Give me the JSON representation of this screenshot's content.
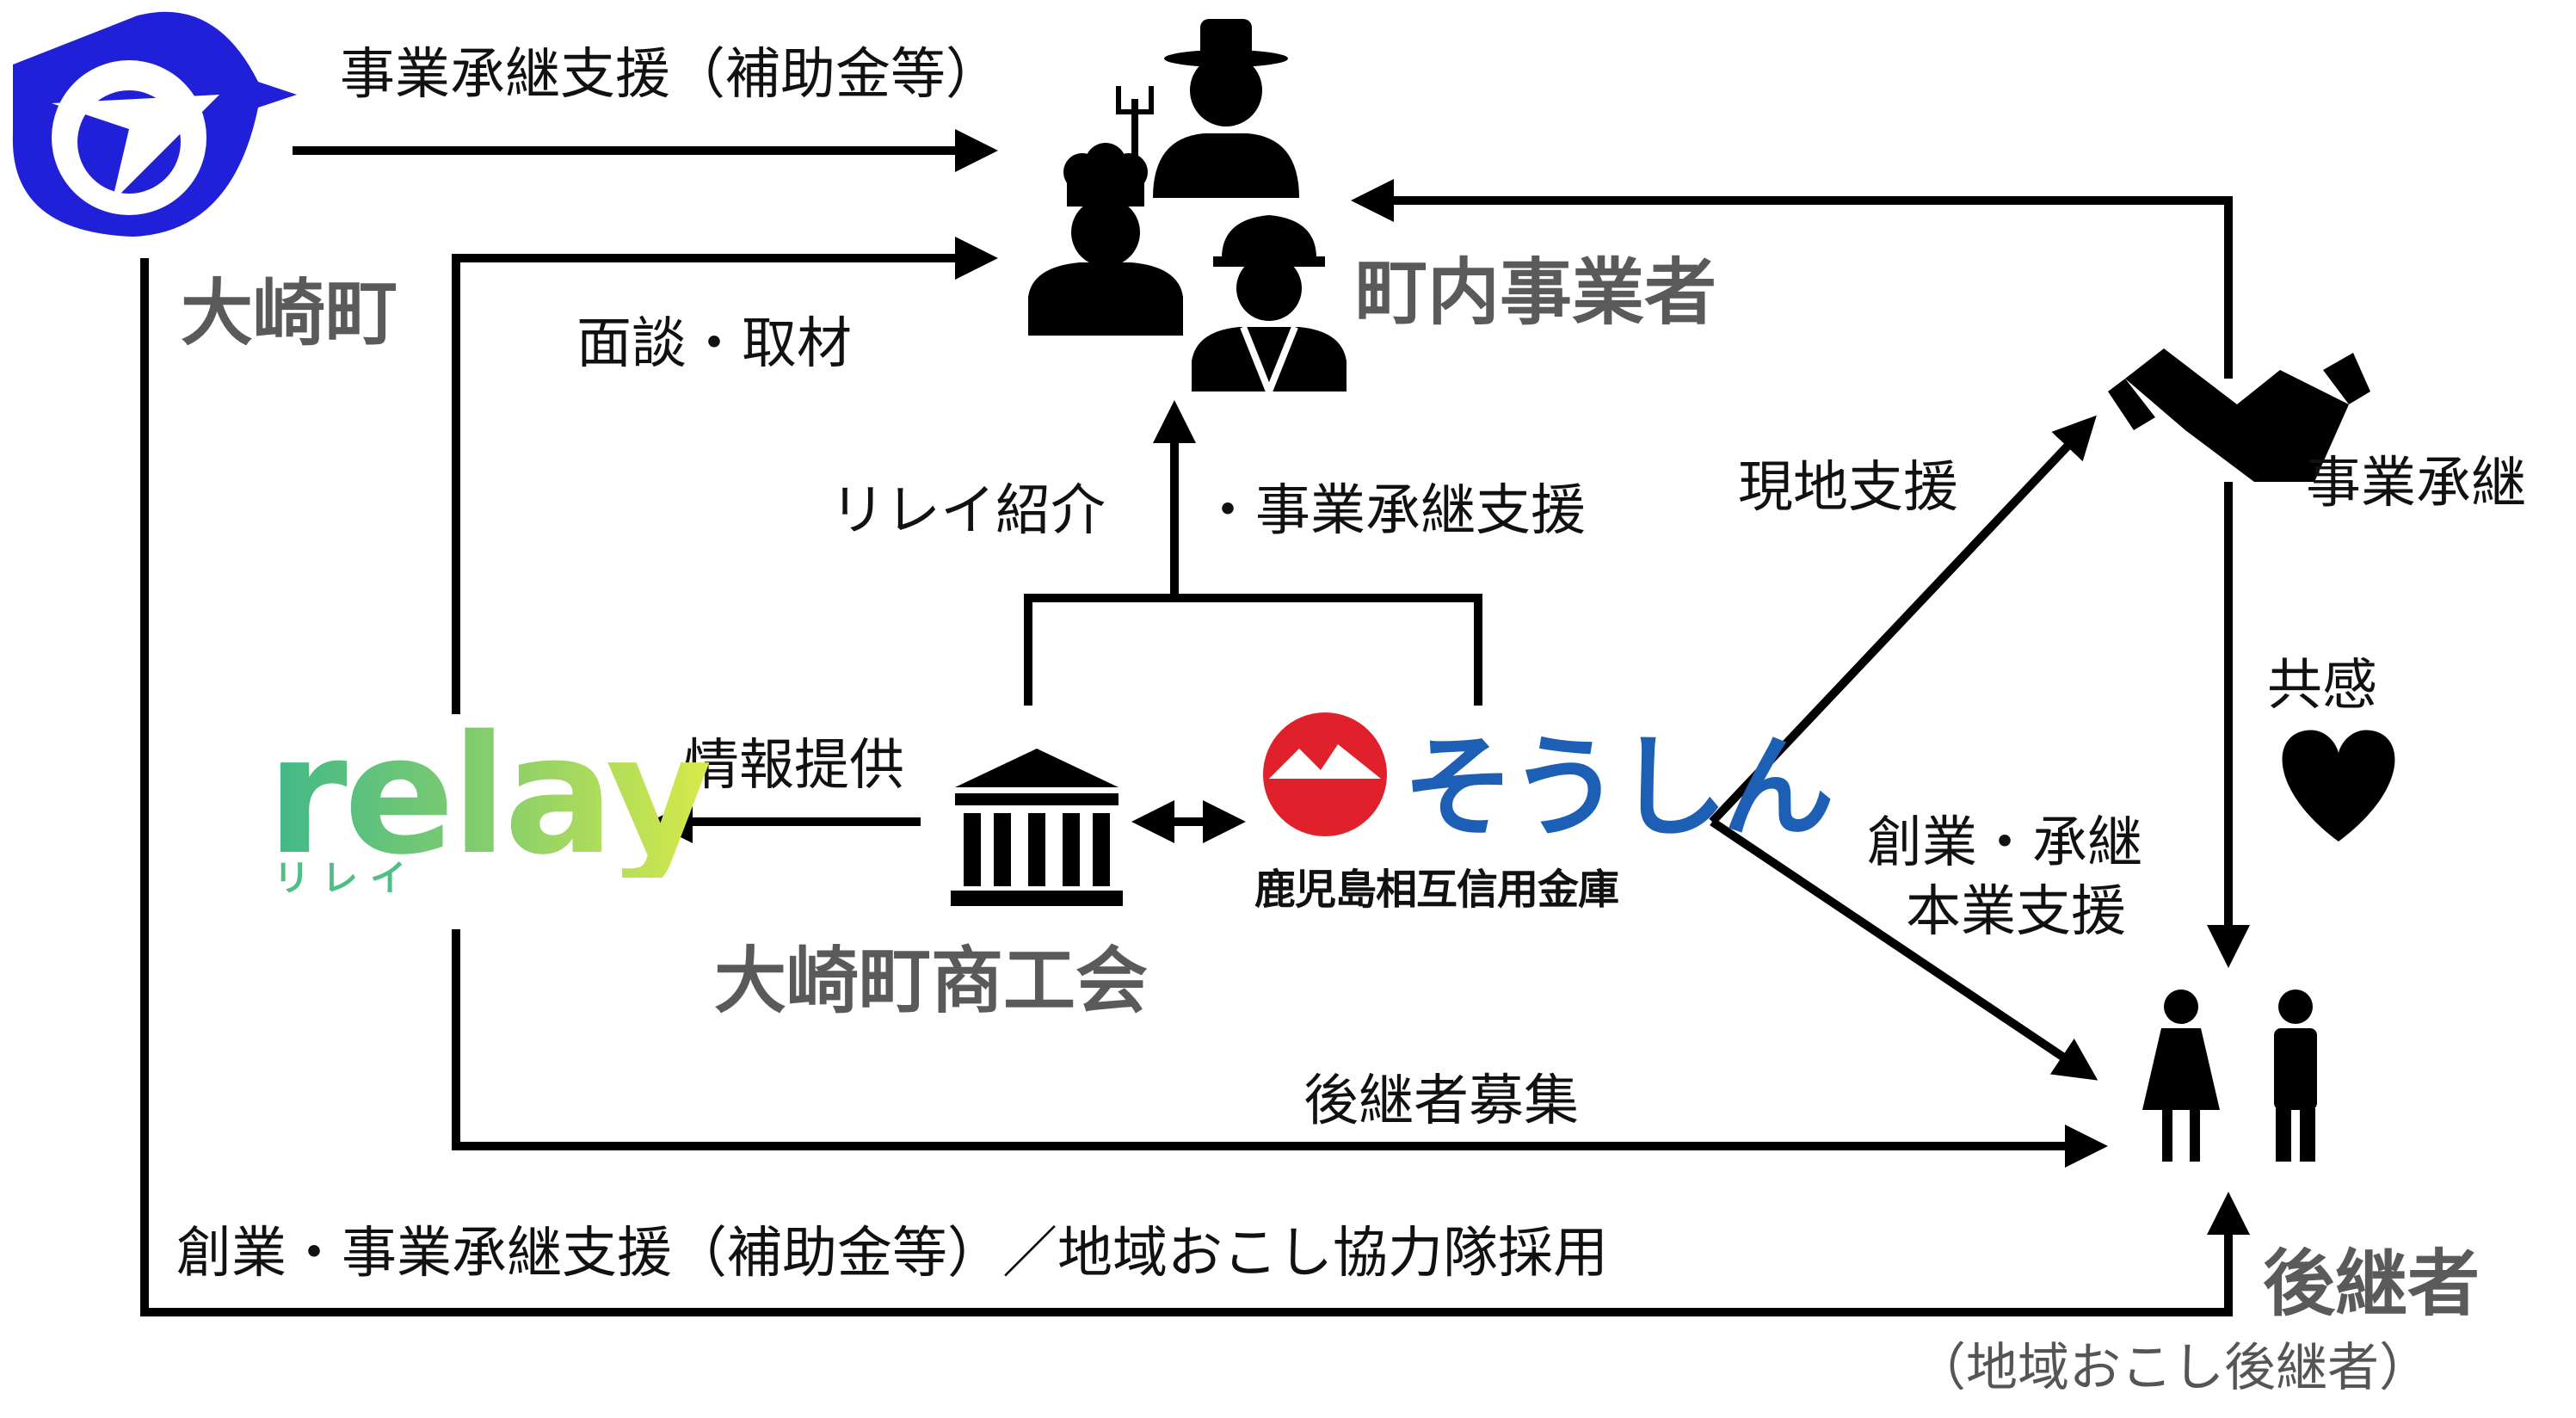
{
  "nodes": {
    "osaki_town": "大崎町",
    "local_businesses": "町内事業者",
    "relay_logo": "relay",
    "relay_kana": "リレイ",
    "chamber": "大崎町商工会",
    "soshin_name": "そうしん",
    "soshin_bank": "鹿児島相互信用金庫",
    "successor": "後継者",
    "successor_note": "（地域おこし後継者）",
    "business_succession": "事業承継",
    "empathy": "共感"
  },
  "edges": {
    "town_to_business": "事業承継支援（補助金等）",
    "interview": "面談・取材",
    "relay_intro": "リレイ紹介",
    "succession_support": "・事業承継支援",
    "info_provide": "情報提供",
    "local_support": "現地支援",
    "startup_support_1": "創業・承継",
    "startup_support_2": "本業支援",
    "recruit": "後継者募集",
    "town_to_successor": "創業・事業承継支援（補助金等）／地域おこし協力隊採用"
  },
  "icons": [
    "town-emblem-icon",
    "farmer-icon",
    "chef-icon",
    "construction-worker-icon",
    "handshake-icon",
    "heart-icon",
    "chamber-building-icon",
    "soshin-mountain-icon",
    "woman-icon",
    "man-icon"
  ],
  "colors": {
    "emblem_blue": "#2020d8",
    "relay_green": "#3fb889",
    "soshin_red": "#e0202a",
    "soshin_blue": "#1d5fb4",
    "label_gray": "#5a5a5a"
  }
}
